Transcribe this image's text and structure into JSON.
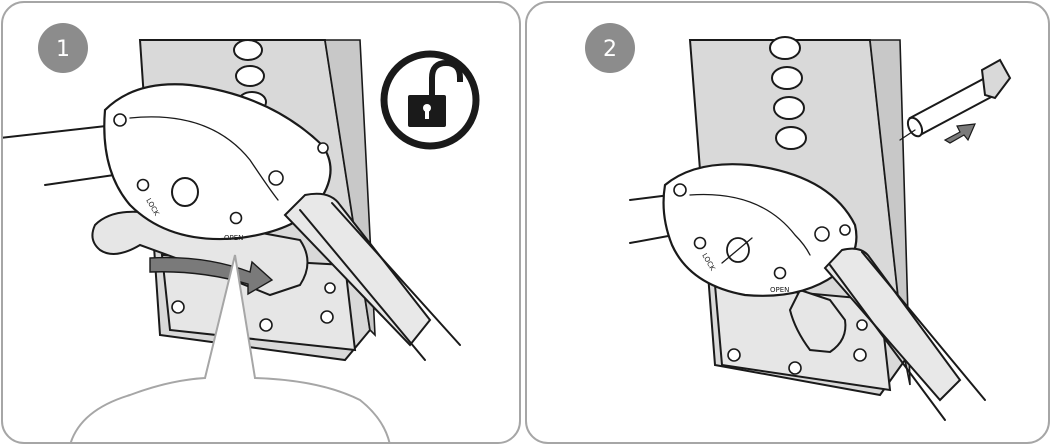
{
  "steps": [
    {
      "number": "1",
      "labels": {
        "lock": "LOCK",
        "open": "OPEN"
      }
    },
    {
      "number": "2",
      "labels": {
        "lock": "LOCK",
        "open": "OPEN"
      }
    }
  ],
  "icons": {
    "step1": "unlock-padlock-icon",
    "step1_arrow": "rotate-arrow-icon",
    "step2_arrow": "insert-arrow-icon",
    "step2_part": "pin-bolt-icon"
  },
  "colors": {
    "frame": "#a6a6a6",
    "badge": "#8c8c8c",
    "ink": "#1a1a1a",
    "column_fill": "#d9d9d9",
    "bracket_fill": "#e6e6e6",
    "arrow_fill": "#7a7a7a"
  }
}
